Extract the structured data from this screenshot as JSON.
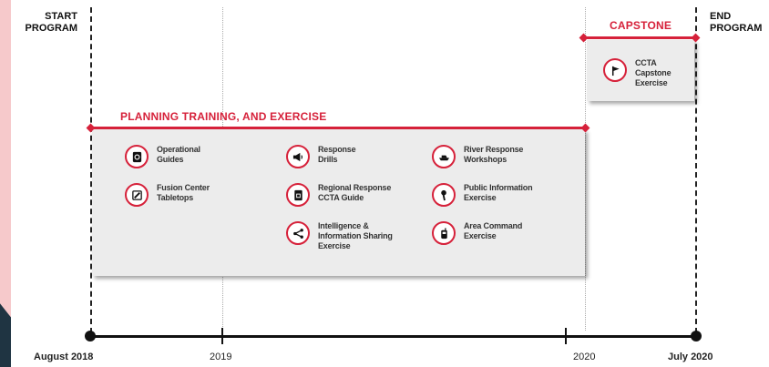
{
  "program": {
    "start_label": "START\nPROGRAM",
    "end_label": "END\nPROGRAM"
  },
  "capstone": {
    "title": "CAPSTONE",
    "items": [
      {
        "icon": "flag-icon",
        "label": "CCTA\nCapstone\nExercise"
      }
    ]
  },
  "planning": {
    "title": "PLANNING TRAINING, AND EXERCISE",
    "items": [
      {
        "icon": "guide-icon",
        "label": "Operational\nGuides"
      },
      {
        "icon": "megaphone-icon",
        "label": "Response\nDrills"
      },
      {
        "icon": "boat-icon",
        "label": "River Response\nWorkshops"
      },
      {
        "icon": "pencil-icon",
        "label": "Fusion Center\nTabletops"
      },
      {
        "icon": "book-icon",
        "label": "Regional Response\nCCTA Guide"
      },
      {
        "icon": "microphone-icon",
        "label": "Public Information\nExercise"
      },
      {
        "icon": "share-icon",
        "label": "Intelligence &\nInformation Sharing\nExercise"
      },
      {
        "icon": "radio-icon",
        "label": "Area Command\nExercise"
      }
    ]
  },
  "timeline": {
    "start": "August 2018",
    "y2019": "2019",
    "y2020": "2020",
    "end": "July 2020"
  },
  "colors": {
    "accent": "#d6213a",
    "box": "#ececec",
    "frame": "#f6c9cb",
    "corner": "#1f3442"
  }
}
